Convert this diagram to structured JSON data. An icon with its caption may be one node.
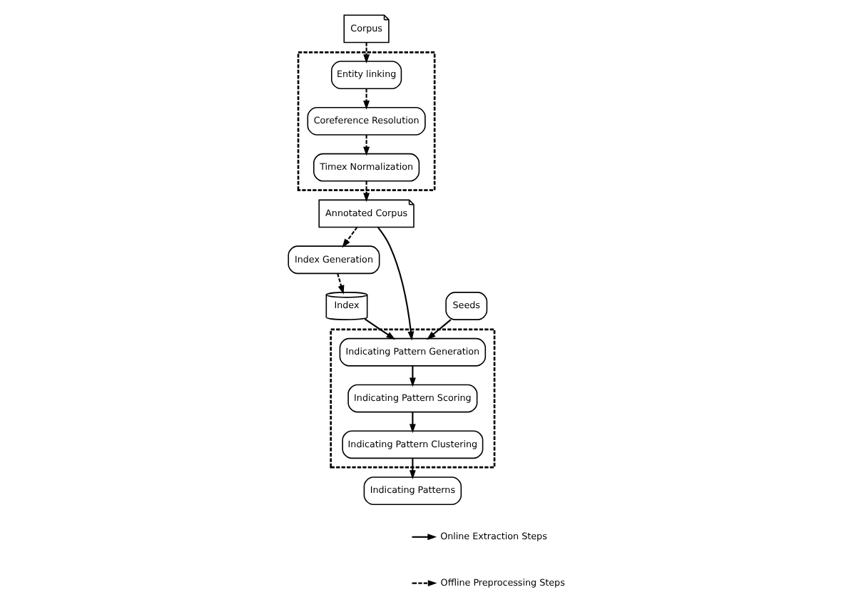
{
  "diagram": {
    "nodes": [
      {
        "text": [
          "Corpus"
        ]
      },
      {
        "text": [],
        "shape": "box"
      },
      {
        "text": [
          "Entity linking"
        ],
        "in": 1
      },
      {
        "text": [
          "Coreference Resolution"
        ],
        "in": 1
      },
      {
        "text": [
          "Timex Normalization"
        ],
        "in": 1
      },
      {
        "text": [
          "Annotated Corpus"
        ]
      },
      {
        "text": [
          "Index Generation"
        ]
      },
      {
        "text": [
          "Index"
        ]
      },
      {
        "text": [
          "Seeds"
        ]
      },
      {
        "text": [],
        "shape": "box"
      },
      {
        "text": [
          "Indicating Pattern Generation"
        ],
        "in": 9
      },
      {
        "text": [
          "Indicating Pattern Scoring"
        ],
        "in": 9
      },
      {
        "text": [
          "Indicating Pattern Clustering"
        ],
        "in": 9
      },
      {
        "text": [
          "Indicating Patterns"
        ]
      }
    ],
    "edges": [
      {
        "from": 0,
        "to": 2,
        "arrow": "to",
        "style": "dashed"
      },
      {
        "from": 2,
        "to": 3,
        "arrow": "to",
        "style": "dashed"
      },
      {
        "from": 3,
        "to": 4,
        "arrow": "to",
        "style": "dashed"
      },
      {
        "from": 4,
        "to": 5,
        "arrow": "to",
        "style": "dashed"
      },
      {
        "from": 5,
        "to": 6,
        "arrow": "to",
        "style": "dashed"
      },
      {
        "from": 6,
        "to": 7,
        "arrow": "to",
        "style": "dashed"
      },
      {
        "from": 5,
        "to": 10,
        "arrow": "to"
      },
      {
        "from": 7,
        "to": 10,
        "arrow": "to"
      },
      {
        "from": 8,
        "to": 10,
        "arrow": "to"
      },
      {
        "from": 10,
        "to": 11,
        "arrow": "to"
      },
      {
        "from": 11,
        "to": 12,
        "arrow": "to"
      },
      {
        "from": 12,
        "to": 13,
        "arrow": "to"
      }
    ],
    "legend": [
      {
        "text": "Online Extraction Steps"
      },
      {
        "text": "Offline Preprocessing Steps"
      }
    ]
  }
}
